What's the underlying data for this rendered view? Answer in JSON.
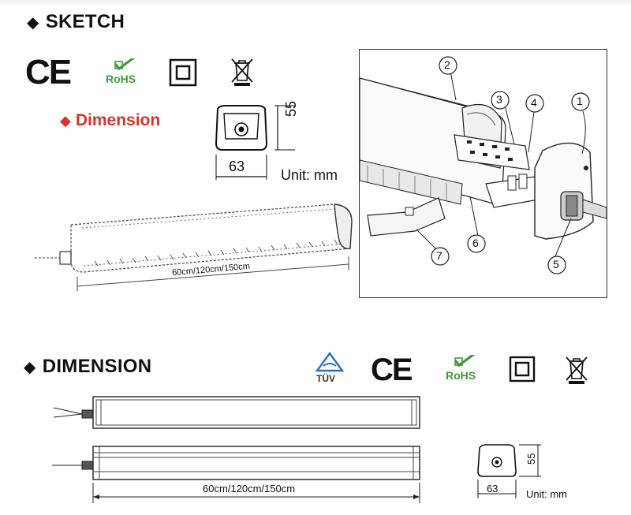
{
  "sketch": {
    "heading": "SKETCH",
    "dimension_label": "Dimension",
    "width_value": "63",
    "height_value": "55",
    "unit": "Unit: mm",
    "length_label": "60cm/120cm/150cm",
    "parts": [
      "1",
      "2",
      "3",
      "4",
      "5",
      "6",
      "7"
    ]
  },
  "dimension": {
    "heading": "DIMENSION",
    "tuv_label": "TÜV",
    "length_label": "60cm/120cm/150cm",
    "width_value": "63",
    "height_value": "55",
    "unit": "Unit: mm"
  },
  "certifications": {
    "ce": "CE",
    "rohs": "RoHS"
  },
  "colors": {
    "accent_red": "#d9322a",
    "rohs_green": "#3f9a3a",
    "tuv_blue": "#2a6fc0"
  }
}
